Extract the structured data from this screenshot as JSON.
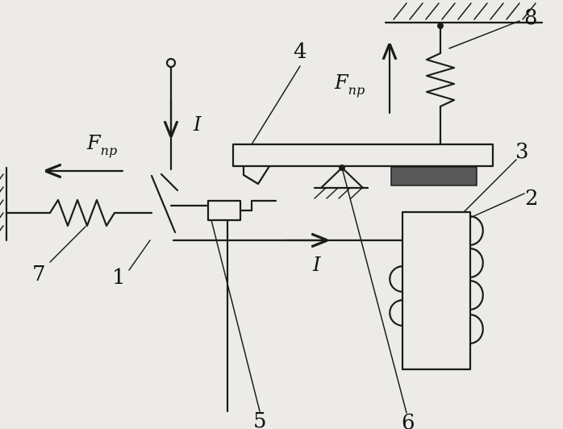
{
  "labels": {
    "n1": "1",
    "n2": "2",
    "n3": "3",
    "n4": "4",
    "n5": "5",
    "n6": "6",
    "n7": "7",
    "n8": "8"
  },
  "symbols": {
    "current_top": "I",
    "current_bottom": "I",
    "force_left": {
      "letter": "F",
      "subscript": "пр"
    },
    "force_top": {
      "letter": "F",
      "subscript": "пр"
    }
  }
}
